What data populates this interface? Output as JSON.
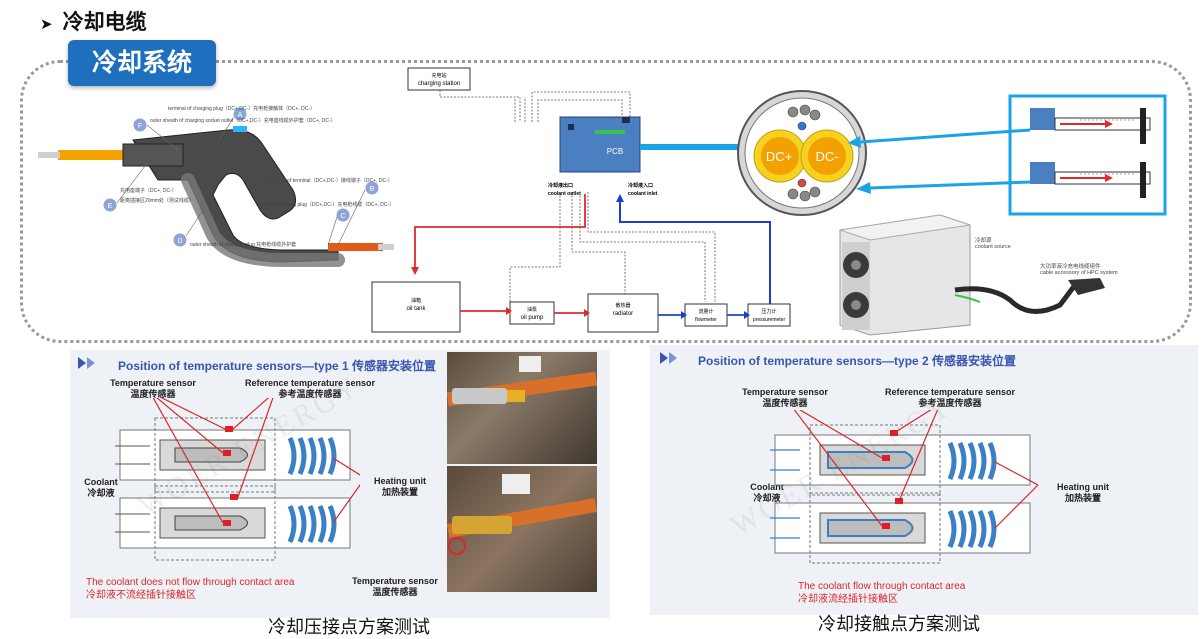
{
  "title": "冷却电缆",
  "subtitle": "冷却系统",
  "top_diagram": {
    "charging_station": {
      "cn": "充电站",
      "en": "charging station"
    },
    "pcb": "PCB",
    "coolant_outlet": {
      "cn": "冷却液出口",
      "en": "coolant outlet"
    },
    "coolant_inlet": {
      "cn": "冷却液入口",
      "en": "coolant inlet"
    },
    "oil_tank": {
      "cn": "油箱",
      "en": "oil tank"
    },
    "oil_pump": {
      "cn": "油泵",
      "en": "oil pump"
    },
    "radiator": {
      "cn": "散热器",
      "en": "radiator"
    },
    "flowmeter": {
      "cn": "流量计",
      "en": "flowmeter"
    },
    "pressuremeter": {
      "cn": "压力计",
      "en": "pressuremeter"
    },
    "dc_plus": "DC+",
    "dc_minus": "DC-",
    "coolant_source": {
      "cn": "冷却源",
      "en": "coolant source"
    },
    "cable_accessory": {
      "cn": "大功率液冷充电线缆组件",
      "en": "cable accessory of HPC system"
    },
    "gun_labels": {
      "a": "A",
      "b": "B",
      "c": "C",
      "d": "D",
      "e": "E",
      "f": "F",
      "a_text": "terminal of charging plug（DC+,DC-）充电枪接触体（DC+, DC-）",
      "f_text": "outer sheath of charging socket outlet（DC+,DC-）充电座线缆外护套（DC+, DC-）",
      "e_text1": "充电座端子（DC+, DC-）",
      "e_text2": "距离插接区20mm处（测试线缆）",
      "d_text": "outer sheath of charging plug 充电枪线缆外护套",
      "b_text": "terminal of terminal（DC+,DC-）接线端子（DC+, DC-）",
      "c_text": "cable of charging plug（DC+,DC-）充电枪线缆（DC+, DC-）"
    }
  },
  "panel1": {
    "title": "Position of temperature sensors—type 1  传感器安装位置",
    "temp_sensor_en": "Temperature sensor",
    "temp_sensor_cn": "温度传感器",
    "ref_sensor_en": "Reference temperature sensor",
    "ref_sensor_cn": "参考温度传感器",
    "coolant_en": "Coolant",
    "coolant_cn": "冷却液",
    "heating_en": "Heating unit",
    "heating_cn": "加热装置",
    "note_en": "The coolant does not flow through contact area",
    "note_cn": "冷却液不流经插针接触区",
    "photo_temp_en": "Temperature sensor",
    "photo_temp_cn": "温度传感器",
    "watermark": "WOER ENERGY",
    "caption": "冷却压接点方案测试"
  },
  "panel2": {
    "title": "Position of temperature sensors—type 2  传感器安装位置",
    "temp_sensor_en": "Temperature sensor",
    "temp_sensor_cn": "温度传感器",
    "ref_sensor_en": "Reference temperature sensor",
    "ref_sensor_cn": "参考温度传感器",
    "coolant_en": "Coolant",
    "coolant_cn": "冷却液",
    "heating_en": "Heating unit",
    "heating_cn": "加热装置",
    "note_en": "The coolant flow through contact area",
    "note_cn": "冷却液流经插针接触区",
    "watermark": "WOER ENERGY",
    "caption": "冷却接触点方案测试"
  }
}
